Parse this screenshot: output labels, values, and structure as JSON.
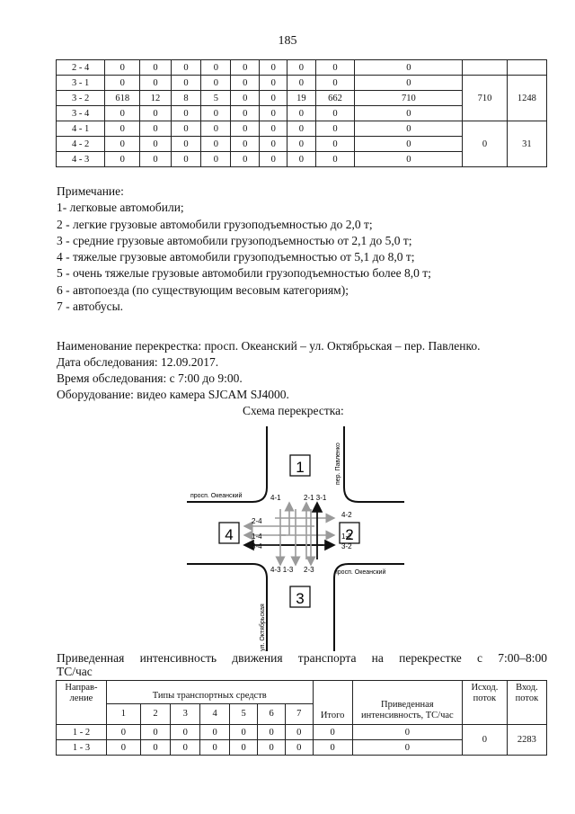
{
  "page_number": "185",
  "top_table": {
    "rows": [
      {
        "dir": "2 - 4",
        "v": [
          "0",
          "0",
          "0",
          "0",
          "0",
          "0",
          "0",
          "0"
        ],
        "intensity": "0"
      },
      {
        "dir": "3 - 1",
        "v": [
          "0",
          "0",
          "0",
          "0",
          "0",
          "0",
          "0",
          "0"
        ],
        "intensity": "0"
      },
      {
        "dir": "3 - 2",
        "v": [
          "618",
          "12",
          "8",
          "5",
          "0",
          "0",
          "19",
          "662"
        ],
        "intensity": "710"
      },
      {
        "dir": "3 - 4",
        "v": [
          "0",
          "0",
          "0",
          "0",
          "0",
          "0",
          "0",
          "0"
        ],
        "intensity": "0"
      },
      {
        "dir": "4 - 1",
        "v": [
          "0",
          "0",
          "0",
          "0",
          "0",
          "0",
          "0",
          "0"
        ],
        "intensity": "0"
      },
      {
        "dir": "4 - 2",
        "v": [
          "0",
          "0",
          "0",
          "0",
          "0",
          "0",
          "0",
          "0"
        ],
        "intensity": "0"
      },
      {
        "dir": "4 - 3",
        "v": [
          "0",
          "0",
          "0",
          "0",
          "0",
          "0",
          "0",
          "0"
        ],
        "intensity": "0"
      }
    ],
    "group3_out": "710",
    "group3_in": "1248",
    "group4_out": "0",
    "group4_in": "31"
  },
  "notes": {
    "title": "Примечание:",
    "items": [
      "1- легковые автомобили;",
      "2 - легкие грузовые автомобили грузоподъемностью до 2,0 т;",
      "3 - средние грузовые автомобили грузоподъемностью от 2,1 до 5,0 т;",
      "4 - тяжелые грузовые автомобили грузоподъемностью от 5,1 до 8,0 т;",
      "5 - очень тяжелые грузовые автомобили грузоподъемностью более 8,0 т;",
      "6 - автопоезда (по существующим весовым категориям);",
      "7 - автобусы."
    ]
  },
  "info": {
    "intersection": "Наименование перекрестка: просп. Океанский – ул. Октябрьская – пер. Павленко.",
    "date": "Дата обследования: 12.09.2017.",
    "time": "Время обследования: с 7:00 до 9:00.",
    "equipment": "Оборудование: видео камера SJCAM SJ4000."
  },
  "scheme": {
    "title": "Схема перекрестка:",
    "street_north": "пер. Павленко",
    "street_west": "просп. Океанский",
    "street_east": "просп. Океанский",
    "street_south": "ул. Октябрьская",
    "zones": [
      "1",
      "2",
      "3",
      "4"
    ],
    "flow_labels": {
      "f41": "4-1",
      "f2131": "2-1 3-1",
      "f42": "4-2",
      "f24": "2-4",
      "f14": "1-4",
      "f34": "3-4",
      "f12": "1-2",
      "f32": "3-2",
      "f4313": "4-3 1-3",
      "f23": "2-3"
    }
  },
  "intensity": {
    "title": "Приведенная интенсивность движения транспорта на перекрестке с 7:00–8:00",
    "unit": "ТС/час"
  },
  "bottom_table": {
    "headers": {
      "direction": "Направ- ление",
      "types": "Типы транспортных средств",
      "type_nums": [
        "1",
        "2",
        "3",
        "4",
        "5",
        "6",
        "7"
      ],
      "total": "Итого",
      "reduced": "Приведенная интенсивность, ТС/час",
      "out": "Исход. поток",
      "in": "Вход. поток"
    },
    "rows": [
      {
        "dir": "1 - 2",
        "v": [
          "0",
          "0",
          "0",
          "0",
          "0",
          "0",
          "0",
          "0"
        ],
        "intensity": "0"
      },
      {
        "dir": "1 - 3",
        "v": [
          "0",
          "0",
          "0",
          "0",
          "0",
          "0",
          "0",
          "0"
        ],
        "intensity": "0"
      }
    ],
    "group_out": "0",
    "group_in": "2283"
  },
  "colors": {
    "gray_arrow": "#9a9a9a",
    "dark_arrow": "#111111"
  }
}
